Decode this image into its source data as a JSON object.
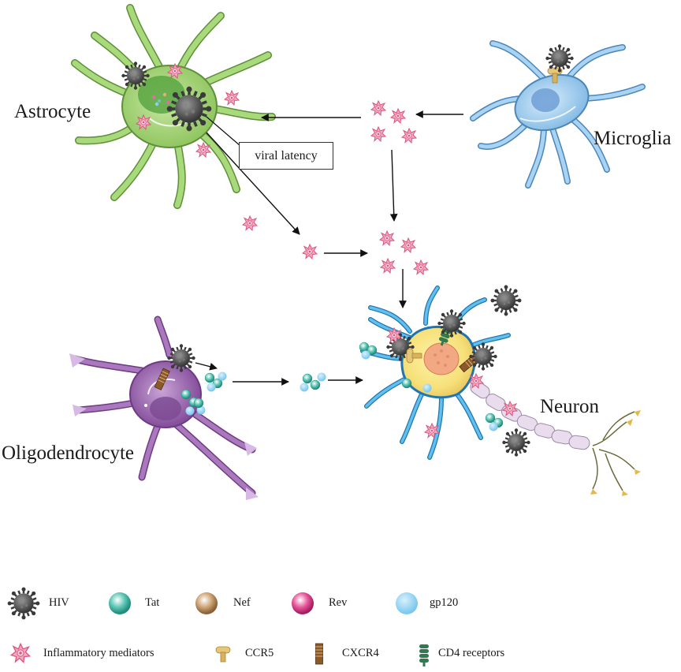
{
  "cells": {
    "astrocyte": "Astrocyte",
    "microglia": "Microglia",
    "neuron": "Neuron",
    "oligodendrocyte": "Oligodendrocyte"
  },
  "annotation": {
    "viral_latency": "viral latency"
  },
  "legend": {
    "hiv": "HIV",
    "tat": "Tat",
    "nef": "Nef",
    "rev": "Rev",
    "gp120": "gp120",
    "inflammatory": "Inflammatory mediators",
    "ccr5": "CCR5",
    "cxcr4": "CXCR4",
    "cd4": "CD4 receptors"
  },
  "colors": {
    "astrocyte": "#9ccf6a",
    "microglia": "#8ec3ea",
    "neuron": "#3a9fd6",
    "oligodendrocyte": "#9a5fae",
    "hiv": "#555555",
    "tat": "#46b9a8",
    "nef": "#c49a6c",
    "rev": "#e0559a",
    "gp120": "#8fd0f2",
    "inflammatory": "#e77fa0"
  }
}
